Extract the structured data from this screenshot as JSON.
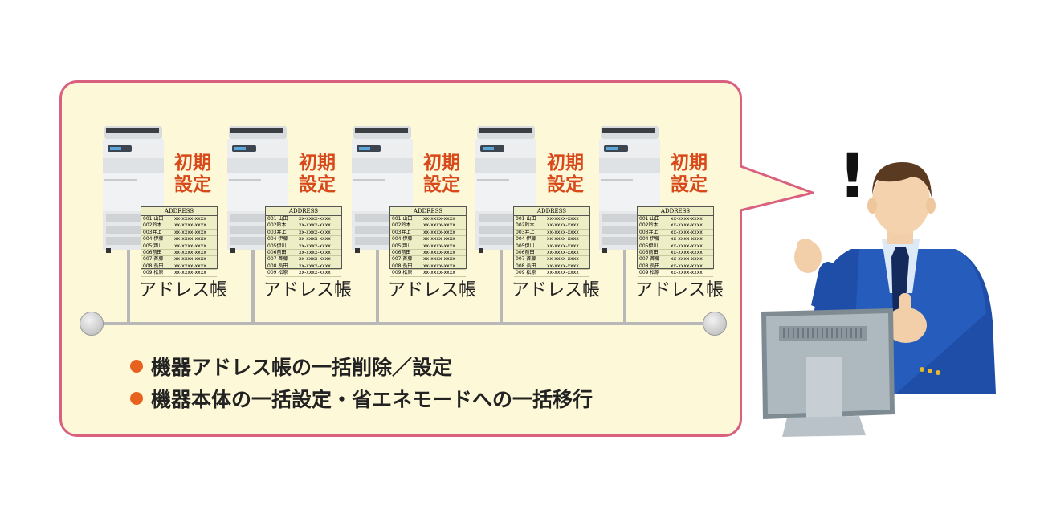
{
  "devices": [
    {
      "init_line1": "初期",
      "init_line2": "設定",
      "label": "アドレス帳"
    },
    {
      "init_line1": "初期",
      "init_line2": "設定",
      "label": "アドレス帳"
    },
    {
      "init_line1": "初期",
      "init_line2": "設定",
      "label": "アドレス帳"
    },
    {
      "init_line1": "初期",
      "init_line2": "設定",
      "label": "アドレス帳"
    },
    {
      "init_line1": "初期",
      "init_line2": "設定",
      "label": "アドレス帳"
    }
  ],
  "address_book": {
    "title": "ADDRESS",
    "rows": [
      {
        "name": "001 山田",
        "tel": "xx-xxxx-xxxx"
      },
      {
        "name": "002鈴木",
        "tel": "xx-xxxx-xxxx"
      },
      {
        "name": "003井上",
        "tel": "xx-xxxx-xxxx"
      },
      {
        "name": "004 伊藤",
        "tel": "xx-xxxx-xxxx"
      },
      {
        "name": "005伊川",
        "tel": "xx-xxxx-xxxx"
      },
      {
        "name": "006前田",
        "tel": "xx-xxxx-xxxx"
      },
      {
        "name": "007 斉藤",
        "tel": "xx-xxxx-xxxx"
      },
      {
        "name": "008 長田",
        "tel": "xx-xxxx-xxxx"
      },
      {
        "name": "009 松原",
        "tel": "xx-xxxx-xxxx"
      }
    ]
  },
  "bullets": [
    "機器アドレス帳の一括削除／設定",
    "機器本体の一括設定・省エネモードへの一括移行"
  ],
  "person": {
    "exclamation": "!"
  },
  "colors": {
    "bubble_fill": "#fdf8d8",
    "bubble_border": "#d9607f",
    "accent": "#d8491a",
    "bullet": "#e8621f"
  }
}
